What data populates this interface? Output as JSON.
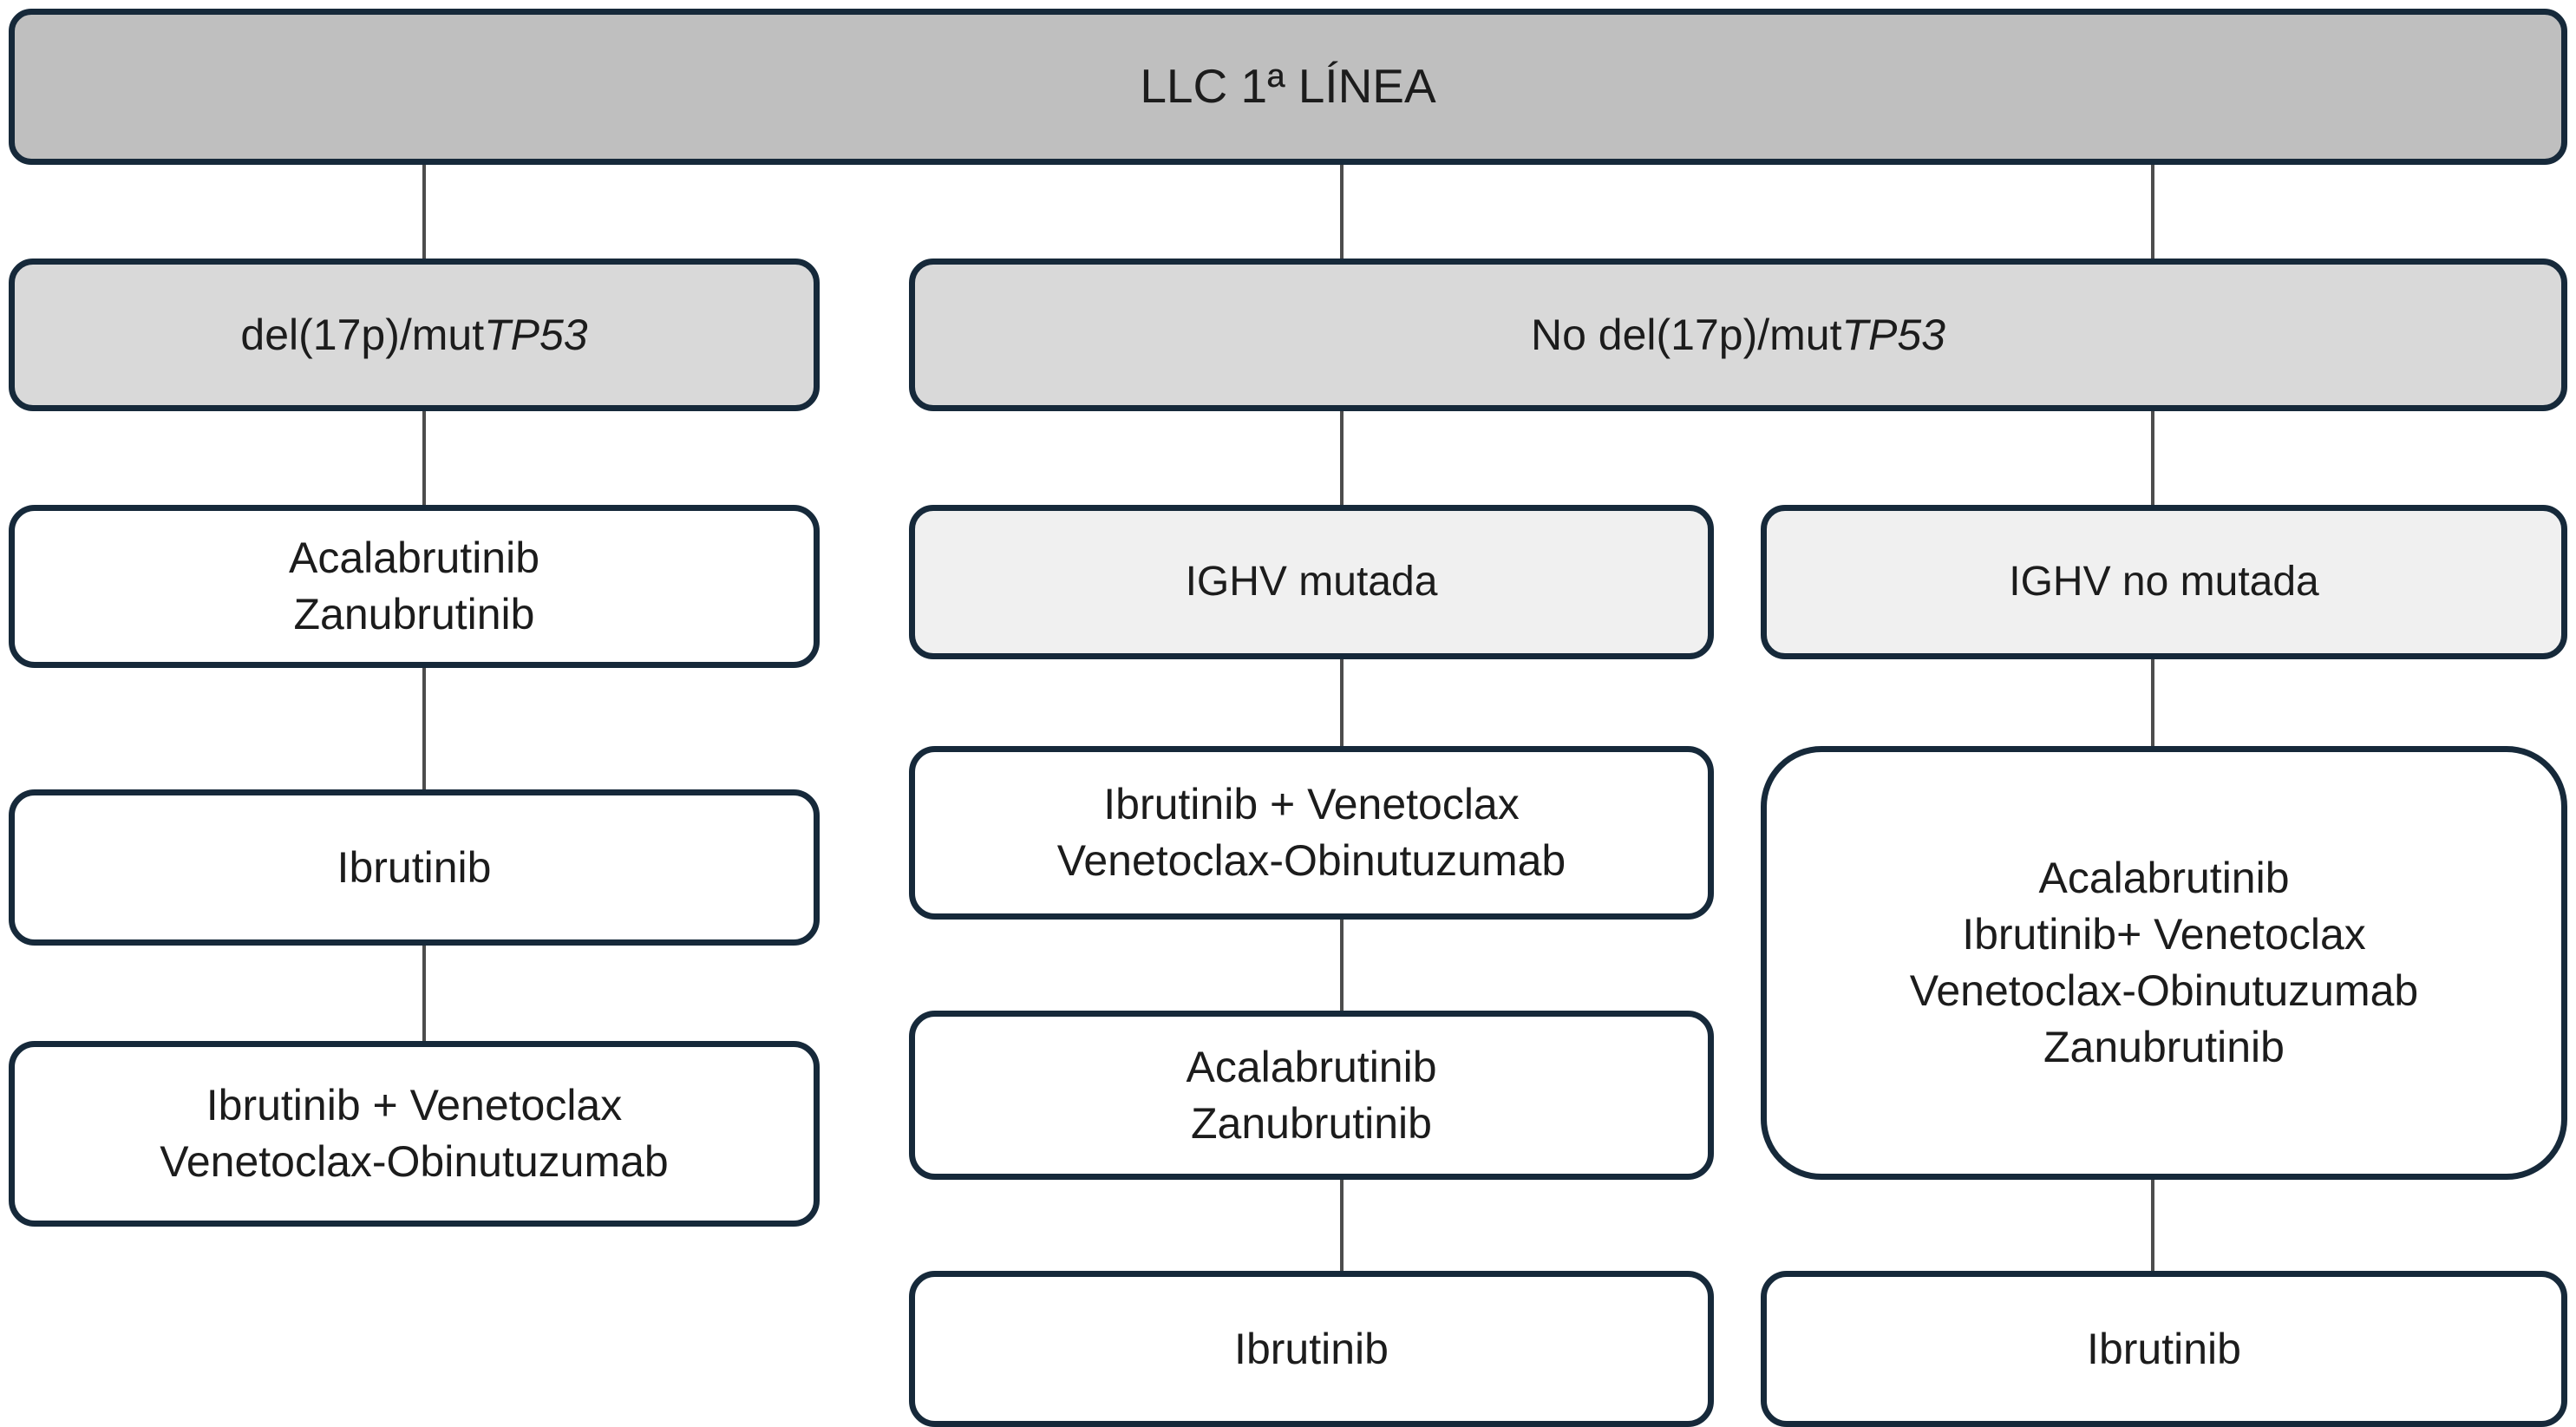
{
  "diagram": {
    "title": "LLC 1ª LÍNEA",
    "type": "clinical-treatment-flowchart",
    "language": "es",
    "colors": {
      "border": "#16293a",
      "root_fill": "#bfbfbf",
      "stratum_fill": "#d9d9d9",
      "substratum_fill": "#f0f0f0",
      "therapy_fill": "#ffffff",
      "connector": "#4d4d4d",
      "text": "#1c1c1c"
    }
  },
  "root": {
    "label": "LLC 1ª LÍNEA"
  },
  "branches": {
    "tp53_altered": {
      "label_plain": "del(17p)/mutTP53",
      "label_prefix": "del(17p)/mut",
      "label_gene": "TP53",
      "therapies": [
        {
          "lines": [
            "Acalabrutinib",
            "Zanubrutinib"
          ]
        },
        {
          "lines": [
            "Ibrutinib"
          ]
        },
        {
          "lines": [
            "Ibrutinib + Venetoclax",
            "Venetoclax-Obinutuzumab"
          ]
        }
      ]
    },
    "tp53_wildtype": {
      "label_plain": "No del(17p)/mutTP53",
      "label_prefix": "No del(17p)/mut",
      "label_gene": "TP53",
      "subgroups": [
        {
          "label": "IGHV mutada",
          "therapies": [
            {
              "lines": [
                "Ibrutinib + Venetoclax",
                "Venetoclax-Obinutuzumab"
              ]
            },
            {
              "lines": [
                "Acalabrutinib",
                "Zanubrutinib"
              ]
            },
            {
              "lines": [
                "Ibrutinib"
              ]
            }
          ]
        },
        {
          "label": "IGHV no mutada",
          "therapies": [
            {
              "lines": [
                "Acalabrutinib",
                "Ibrutinib+ Venetoclax",
                "Venetoclax-Obinutuzumab",
                "Zanubrutinib"
              ]
            },
            {
              "lines": [
                "Ibrutinib"
              ]
            }
          ]
        }
      ]
    }
  }
}
